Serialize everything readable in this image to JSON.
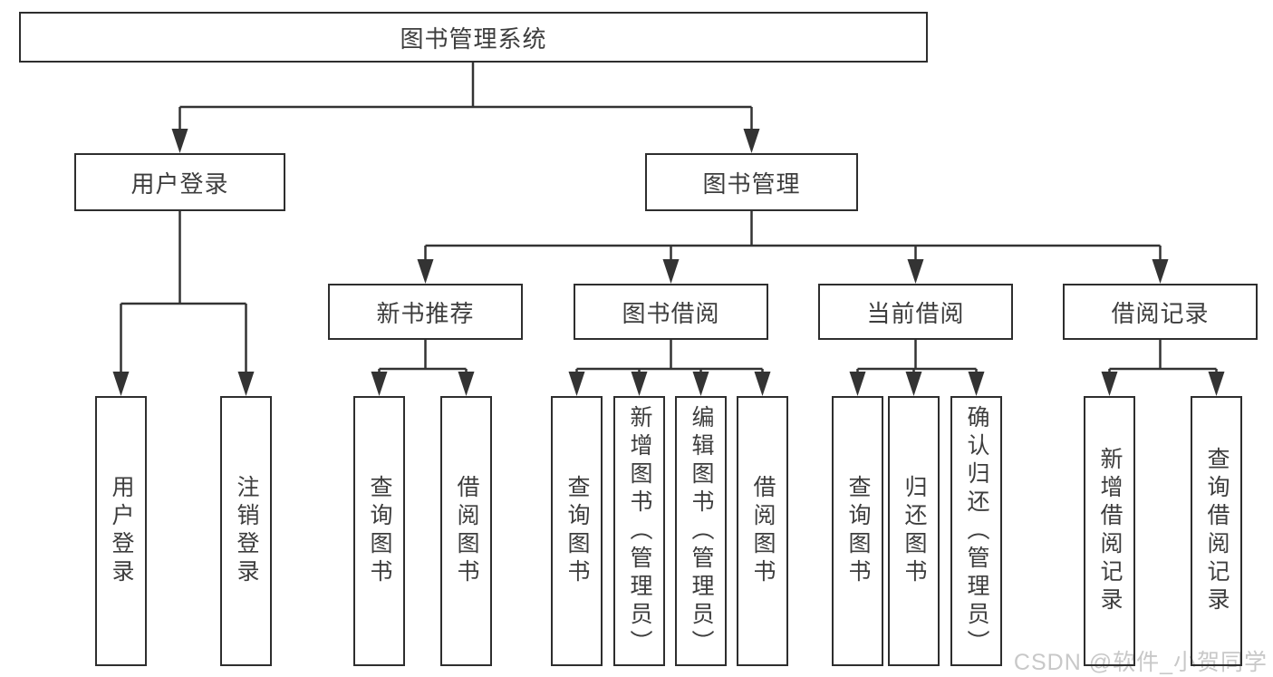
{
  "colors": {
    "line": "#333333",
    "box_border": "#2e2e2e",
    "box_fill": "#ffffff",
    "text": "#3d3d3d",
    "watermark": "#c8c8c8",
    "background": "#ffffff"
  },
  "diagram": {
    "root": {
      "label": "图书管理系统"
    },
    "branches": [
      {
        "label": "用户登录",
        "children": [
          {
            "label": "用户登录"
          },
          {
            "label": "注销登录"
          }
        ]
      },
      {
        "label": "图书管理",
        "children": [
          {
            "label": "新书推荐",
            "children": [
              {
                "label": "查询图书"
              },
              {
                "label": "借阅图书"
              }
            ]
          },
          {
            "label": "图书借阅",
            "children": [
              {
                "label": "查询图书"
              },
              {
                "label": "新增图书（管理员）"
              },
              {
                "label": "编辑图书（管理员）"
              },
              {
                "label": "借阅图书"
              }
            ]
          },
          {
            "label": "当前借阅",
            "children": [
              {
                "label": "查询图书"
              },
              {
                "label": "归还图书"
              },
              {
                "label": "确认归还（管理员）"
              }
            ]
          },
          {
            "label": "借阅记录",
            "children": [
              {
                "label": "新增借阅记录"
              },
              {
                "label": "查询借阅记录"
              }
            ]
          }
        ]
      }
    ]
  },
  "watermark": {
    "text": "CSDN @软件_小贺同学"
  }
}
